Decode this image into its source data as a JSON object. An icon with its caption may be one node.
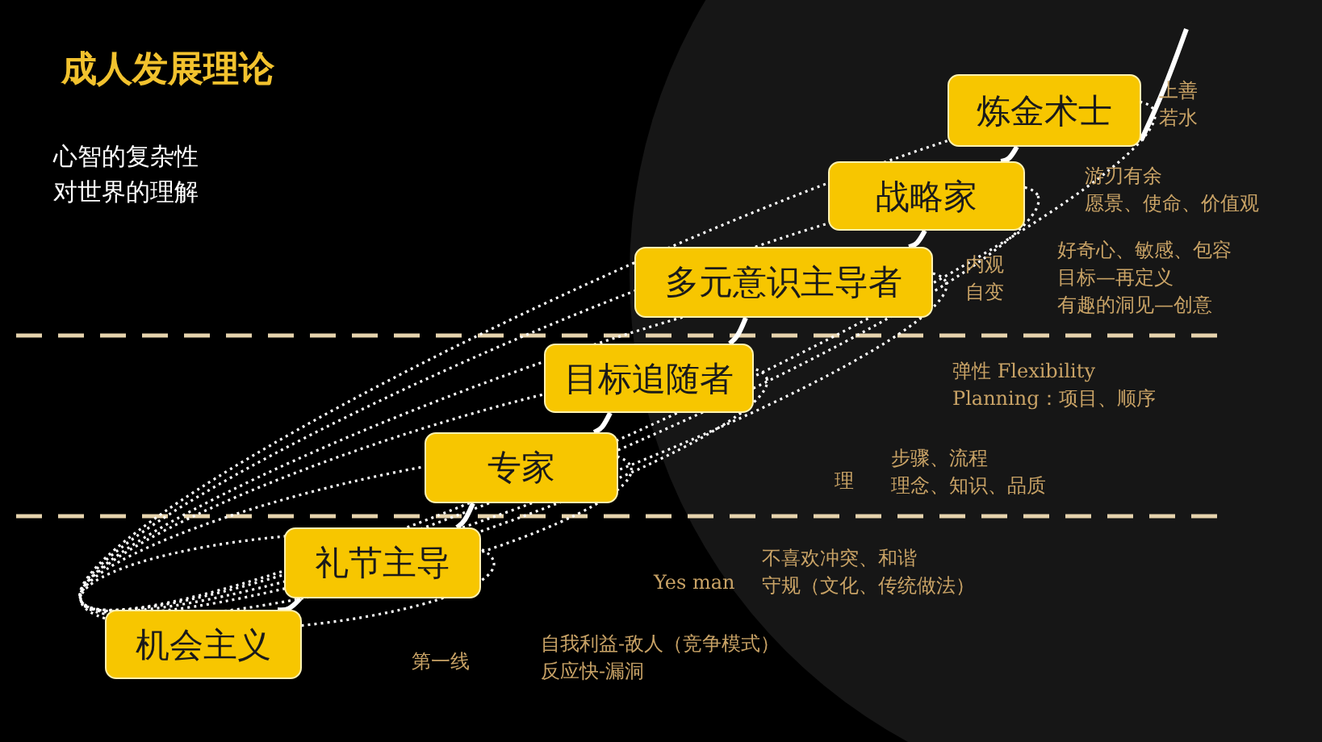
{
  "diagram": {
    "title": "成人发展理论",
    "nodes": [
      {
        "text": [
          "机会主义"
        ]
      },
      {
        "text": [
          "礼节主导"
        ]
      },
      {
        "text": [
          "专家"
        ]
      },
      {
        "text": [
          "目标追随者"
        ]
      },
      {
        "text": [
          "多元意识主导者"
        ]
      },
      {
        "text": [
          "战略家"
        ]
      },
      {
        "text": [
          "炼金术士"
        ]
      }
    ],
    "edges": [
      {
        "from": 0,
        "to": 1,
        "arrow": "none"
      },
      {
        "from": 1,
        "to": 2,
        "arrow": "none"
      },
      {
        "from": 2,
        "to": 3,
        "arrow": "none"
      },
      {
        "from": 3,
        "to": 4,
        "arrow": "none"
      },
      {
        "from": 4,
        "to": 5,
        "arrow": "none"
      },
      {
        "from": 5,
        "to": 6,
        "arrow": "none"
      },
      {
        "from": 6,
        "to": null,
        "arrow": "none"
      }
    ],
    "labels": [
      "心智的复杂性",
      "对世界的理解",
      "上善若水",
      "游刃有余",
      "愿景、使命、价值观",
      "内观自变",
      "好奇心、敏感、包容",
      "目标—再定义",
      "有趣的洞见—创意",
      "弹性 Flexibility",
      "Planning：项目、顺序",
      "步骤、流程",
      "理",
      "理念、知识、品质",
      "不喜欢冲突、和谐",
      "Yes man",
      "守规（文化、传统做法）",
      "自我利益-敌人（竞争模式）",
      "第一线",
      "反应快-漏洞"
    ]
  }
}
